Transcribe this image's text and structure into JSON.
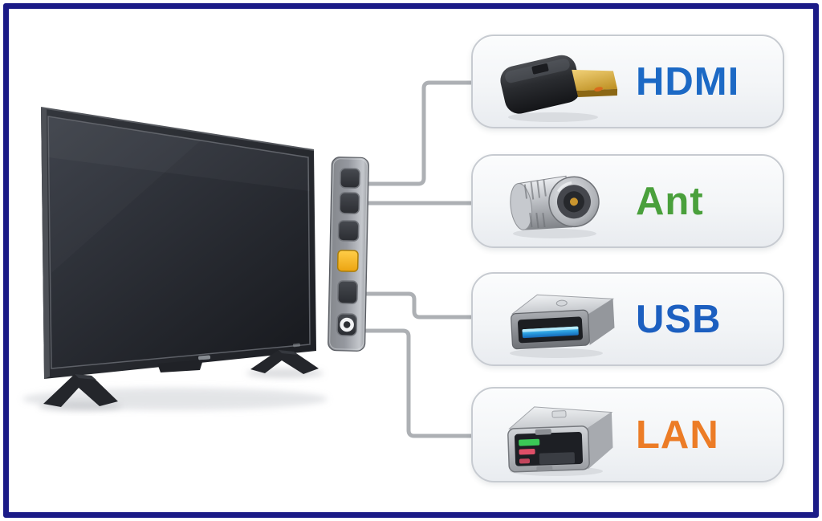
{
  "page": {
    "background": "#ffffff",
    "frame_color": "#1b1b87"
  },
  "tv": {
    "description": "flat-screen-television",
    "screen_color": "#24272d"
  },
  "ports_panel": {
    "panel_color": "#94979c",
    "ports": [
      {
        "id": "port-1",
        "style": "dark",
        "connected_to": "HDMI"
      },
      {
        "id": "port-2",
        "style": "dark",
        "connected_to": "Ant"
      },
      {
        "id": "port-3",
        "style": "dark",
        "connected_to": null
      },
      {
        "id": "port-4",
        "style": "yellow",
        "color": "#f3b11c",
        "connected_to": null
      },
      {
        "id": "port-5",
        "style": "dark",
        "connected_to": "USB"
      },
      {
        "id": "port-6",
        "style": "dark-ring",
        "connected_to": "LAN"
      }
    ]
  },
  "connector_line_color": "#adb0b4",
  "cards": [
    {
      "label": "HDMI",
      "label_color": "#1c69c5",
      "icon": "hdmi-connector-icon"
    },
    {
      "label": "Ant",
      "label_color": "#4aa03c",
      "icon": "antenna-connector-icon"
    },
    {
      "label": "USB",
      "label_color": "#1c5fc0",
      "icon": "usb-port-icon"
    },
    {
      "label": "LAN",
      "label_color": "#ec7c26",
      "icon": "lan-port-icon"
    }
  ]
}
